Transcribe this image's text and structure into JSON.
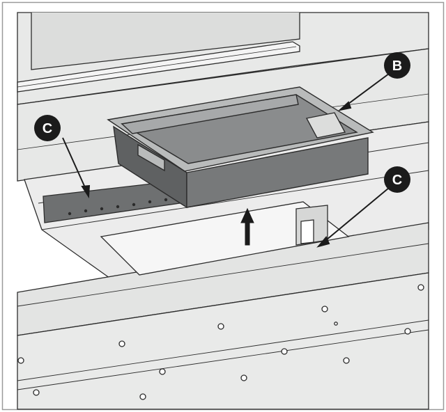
{
  "callouts": {
    "b": {
      "label": "B"
    },
    "c_left": {
      "label": "C"
    },
    "c_right": {
      "label": "C"
    }
  },
  "colors": {
    "background": "#ffffff",
    "border": "#9a9a9a",
    "panel_fill": "#e6e7e6",
    "tray_dark": "#5f6162",
    "tray_mid": "#8a8c8d",
    "tray_light": "#b9bbbb",
    "line": "#2c2c2c",
    "callout_fill": "#1b1b1b"
  },
  "icons": {
    "arrow": "arrow-up-icon",
    "screw": "screw-icon"
  }
}
